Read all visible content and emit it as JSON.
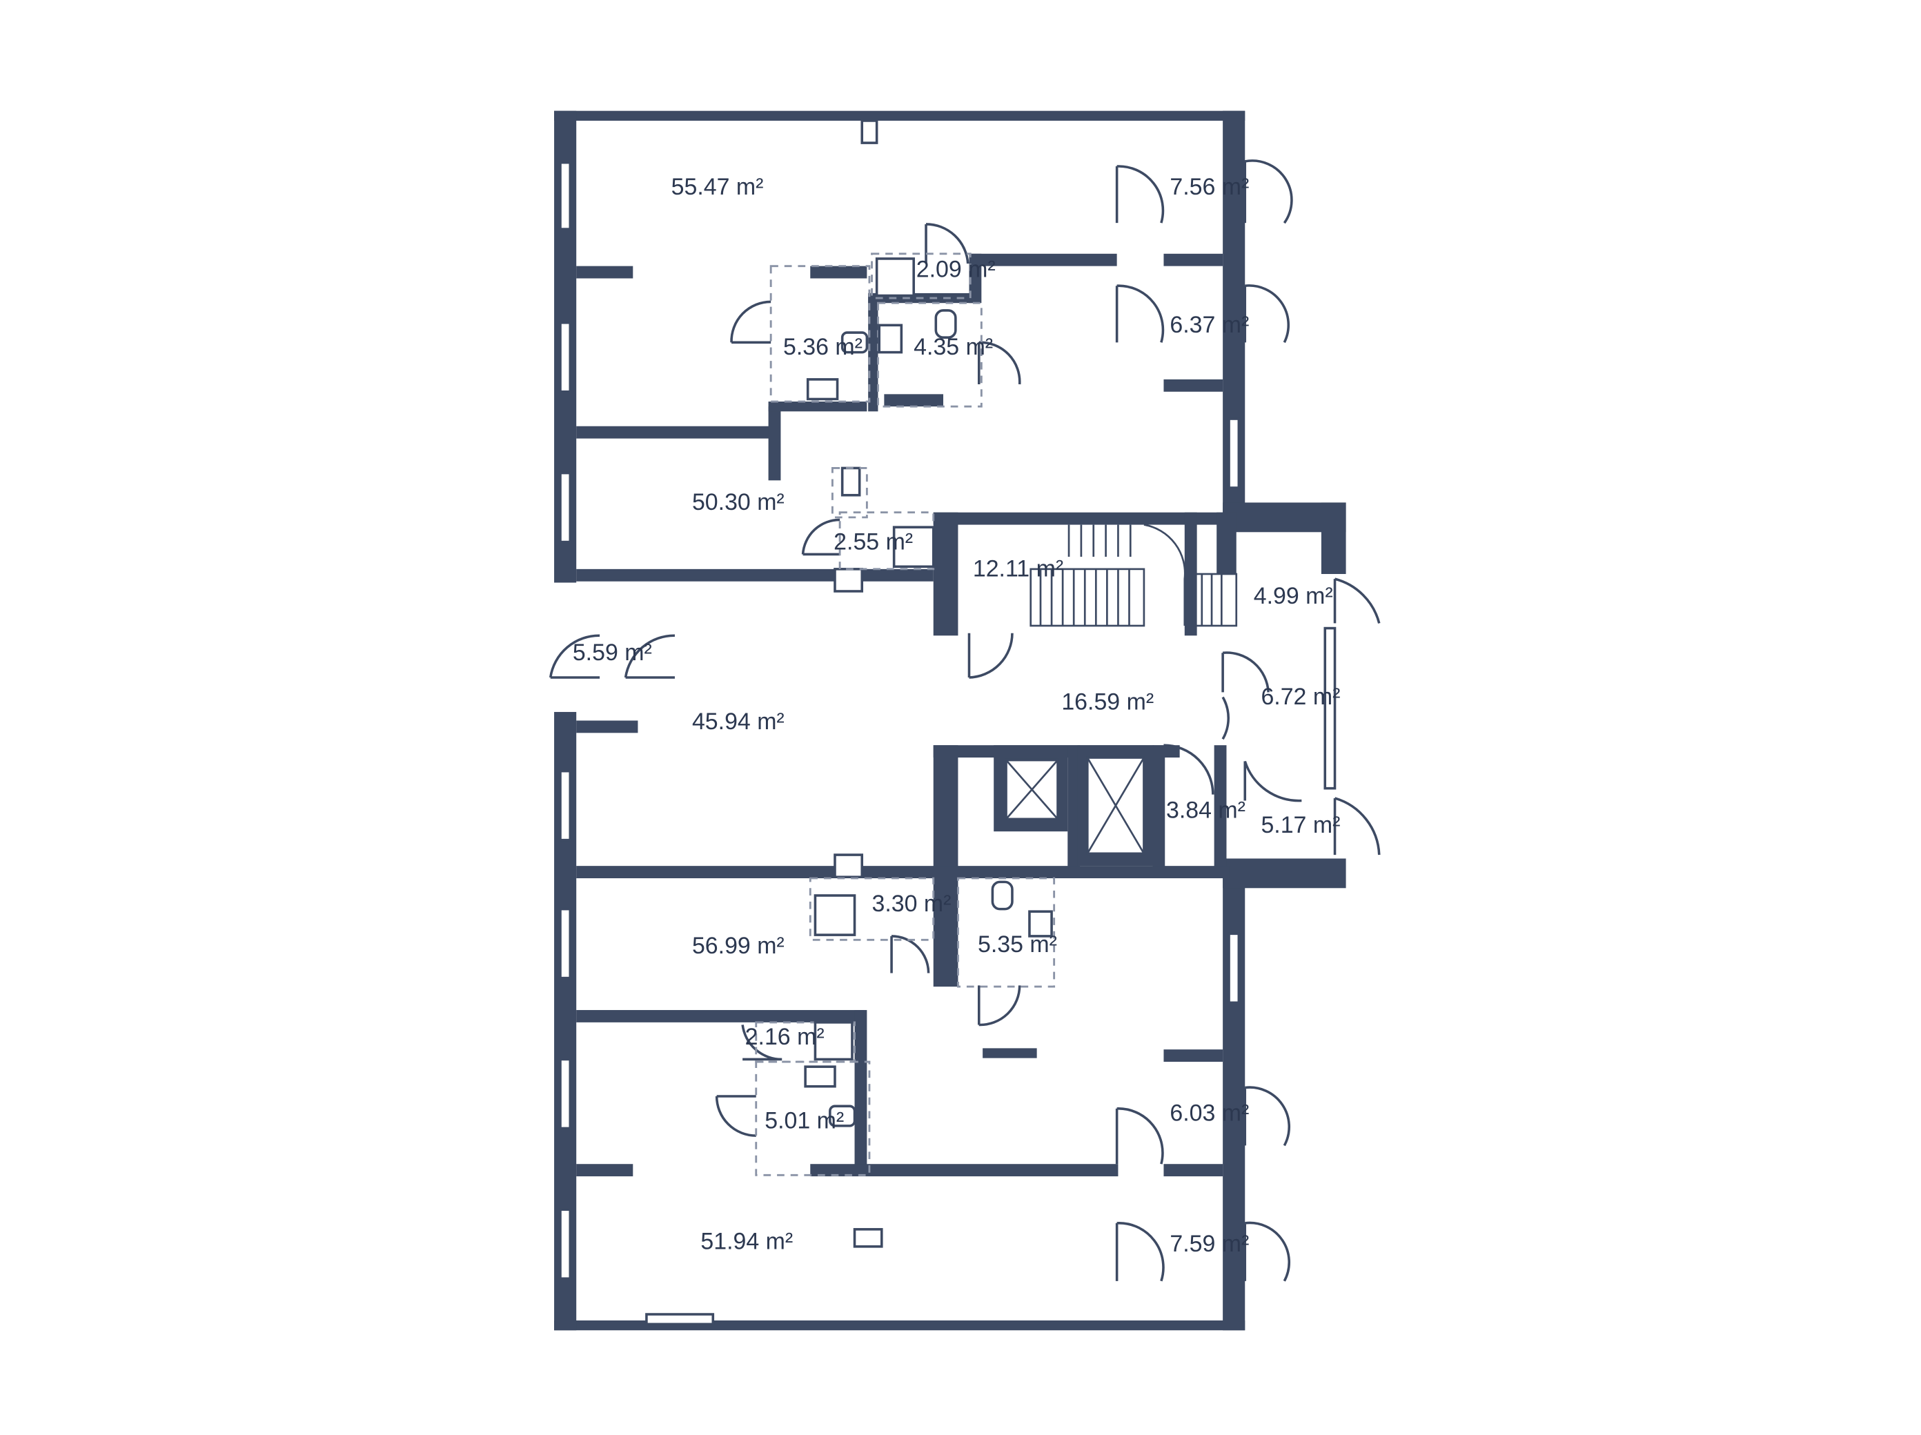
{
  "colors": {
    "wall": "#3d4a63",
    "background": "#ffffff",
    "label": "#2c3850"
  },
  "unit_suffix": "m²",
  "rooms": [
    {
      "id": "r55-47",
      "area": "55.47 m²"
    },
    {
      "id": "r7-56",
      "area": "7.56 m²"
    },
    {
      "id": "r2-09",
      "area": "2.09 m²"
    },
    {
      "id": "r5-36",
      "area": "5.36 m²"
    },
    {
      "id": "r4-35",
      "area": "4.35 m²"
    },
    {
      "id": "r6-37",
      "area": "6.37 m²"
    },
    {
      "id": "r50-30",
      "area": "50.30 m²"
    },
    {
      "id": "r2-55",
      "area": "2.55 m²"
    },
    {
      "id": "r12-11",
      "area": "12.11 m²"
    },
    {
      "id": "r4-99",
      "area": "4.99 m²"
    },
    {
      "id": "r5-59",
      "area": "5.59 m²"
    },
    {
      "id": "r45-94",
      "area": "45.94 m²"
    },
    {
      "id": "r16-59",
      "area": "16.59 m²"
    },
    {
      "id": "r6-72",
      "area": "6.72 m²"
    },
    {
      "id": "r3-84",
      "area": "3.84 m²"
    },
    {
      "id": "r5-17",
      "area": "5.17 m²"
    },
    {
      "id": "r3-30",
      "area": "3.30 m²"
    },
    {
      "id": "r5-35",
      "area": "5.35 m²"
    },
    {
      "id": "r56-99",
      "area": "56.99 m²"
    },
    {
      "id": "r2-16",
      "area": "2.16 m²"
    },
    {
      "id": "r5-01",
      "area": "5.01 m²"
    },
    {
      "id": "r6-03",
      "area": "6.03 m²"
    },
    {
      "id": "r51-94",
      "area": "51.94 m²"
    },
    {
      "id": "r7-59",
      "area": "7.59 m²"
    }
  ]
}
